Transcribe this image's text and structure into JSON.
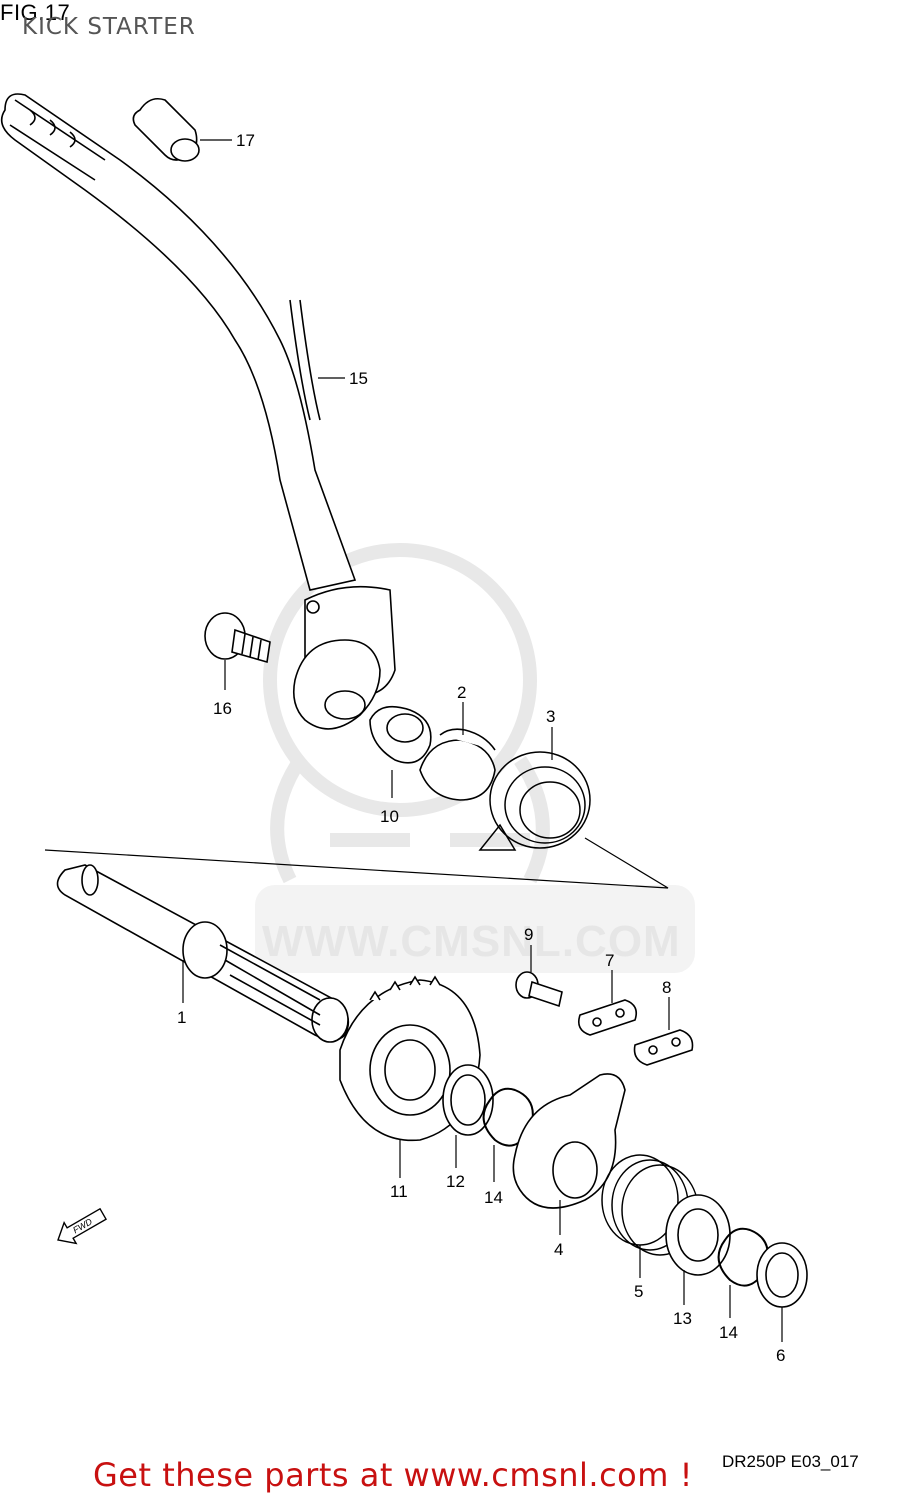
{
  "figure": {
    "number": "FIG.17",
    "title": "KICK STARTER",
    "ref_code": "DR250P E03_017"
  },
  "watermark": {
    "text": "WWW.CMSNL.COM"
  },
  "footer": {
    "cta": "Get these parts at www.cmsnl.com !"
  },
  "direction_marker": {
    "label": "FWD",
    "icon": "fwd-arrow-icon"
  },
  "callouts": [
    "1",
    "2",
    "3",
    "4",
    "5",
    "6",
    "7",
    "8",
    "9",
    "10",
    "11",
    "12",
    "13",
    "14",
    "14",
    "15",
    "16",
    "17"
  ],
  "colors": {
    "line": "#000000",
    "cta": "#c81010",
    "watermark": "#e6e6e6"
  }
}
